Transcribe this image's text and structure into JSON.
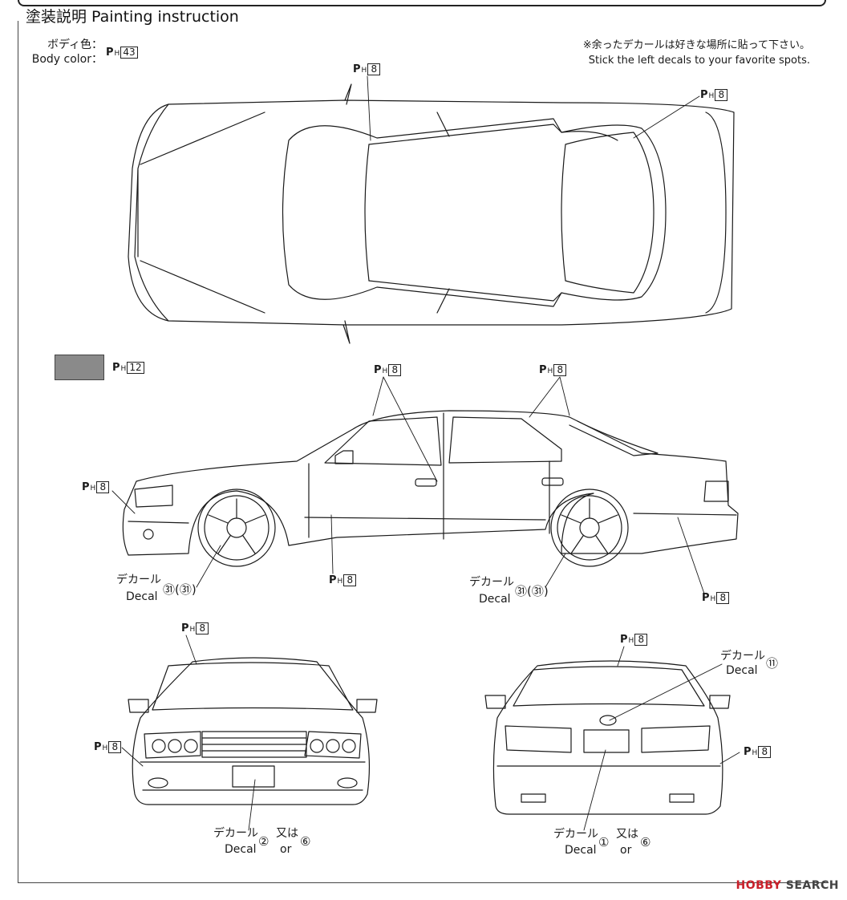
{
  "header": {
    "title": "塗装説明 Painting instruction"
  },
  "body_color": {
    "label_jp": "ボディ色：",
    "label_en": "Body color：",
    "code": "43"
  },
  "note": {
    "jp": "※余ったデカールは好きな場所に貼って下さい。",
    "en": "Stick the left decals to your favorite spots."
  },
  "paint_codes": {
    "top_mirror": "8",
    "top_rear": "8",
    "swatch": "12",
    "side_front_roof": "8",
    "side_rear_roof": "8",
    "side_front": "8",
    "side_sill": "8",
    "side_rear": "8",
    "front_roof": "8",
    "front_left": "8",
    "rear_roof": "8",
    "rear_right": "8"
  },
  "decals": {
    "front_wheel": {
      "jp": "デカール",
      "en": "Decal",
      "num": "㉛",
      "paren": "(㉛)"
    },
    "rear_wheel": {
      "jp": "デカール",
      "en": "Decal",
      "num": "㉛",
      "paren": "(㉛)"
    },
    "front_plate": {
      "jp": "デカール",
      "en": "Decal",
      "num": "②",
      "alt_jp": "又は",
      "alt_en": "or",
      "alt_num": "⑥"
    },
    "rear_emblem": {
      "jp": "デカール",
      "en": "Decal",
      "num": "⑪"
    },
    "rear_plate": {
      "jp": "デカール",
      "en": "Decal",
      "num": "①",
      "alt_jp": "又は",
      "alt_en": "or",
      "alt_num": "⑥"
    }
  },
  "watermark": {
    "brand": "HOBBY",
    "suffix": " SEARCH"
  },
  "colors": {
    "line": "#1a1a1a",
    "swatch": "#8a8a8a",
    "brand": "#c9202a"
  }
}
